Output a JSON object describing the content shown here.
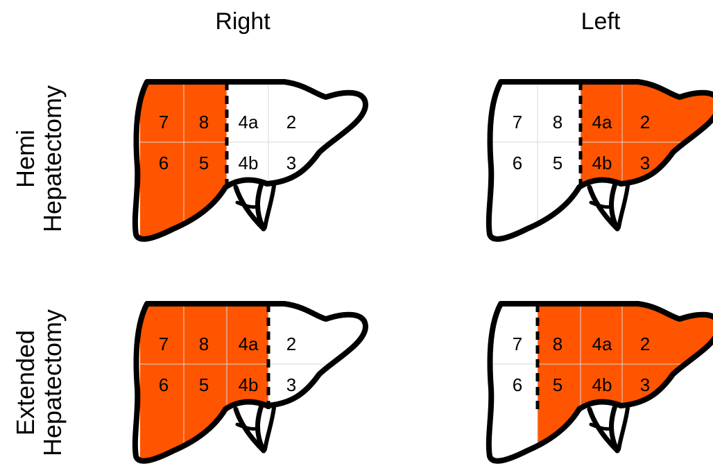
{
  "columns": [
    "Right",
    "Left"
  ],
  "rows": [
    {
      "line1": "Hemi",
      "line2": "Hepatectomy"
    },
    {
      "line1": "Extended",
      "line2": "Hepatectomy"
    }
  ],
  "colors": {
    "resected": "#ff5500",
    "outline": "#000000",
    "grid": "#d9d9d9",
    "background": "#ffffff"
  },
  "panels": [
    {
      "name": "right-hemi",
      "resected_columns": [
        0,
        1
      ],
      "segments": [
        [
          "7",
          "8",
          "4a",
          "2"
        ],
        [
          "6",
          "5",
          "4b",
          "3"
        ]
      ]
    },
    {
      "name": "left-hemi",
      "resected_columns": [
        2,
        3
      ],
      "segments": [
        [
          "7",
          "8",
          "4a",
          "2"
        ],
        [
          "6",
          "5",
          "4b",
          "3"
        ]
      ]
    },
    {
      "name": "right-extended",
      "resected_columns": [
        0,
        1,
        2
      ],
      "segments": [
        [
          "7",
          "8",
          "4a",
          "2"
        ],
        [
          "6",
          "5",
          "4b",
          "3"
        ]
      ]
    },
    {
      "name": "left-extended",
      "resected_columns": [
        1,
        2,
        3
      ],
      "segments": [
        [
          "7",
          "8",
          "4a",
          "2"
        ],
        [
          "6",
          "5",
          "4b",
          "3"
        ]
      ]
    }
  ]
}
